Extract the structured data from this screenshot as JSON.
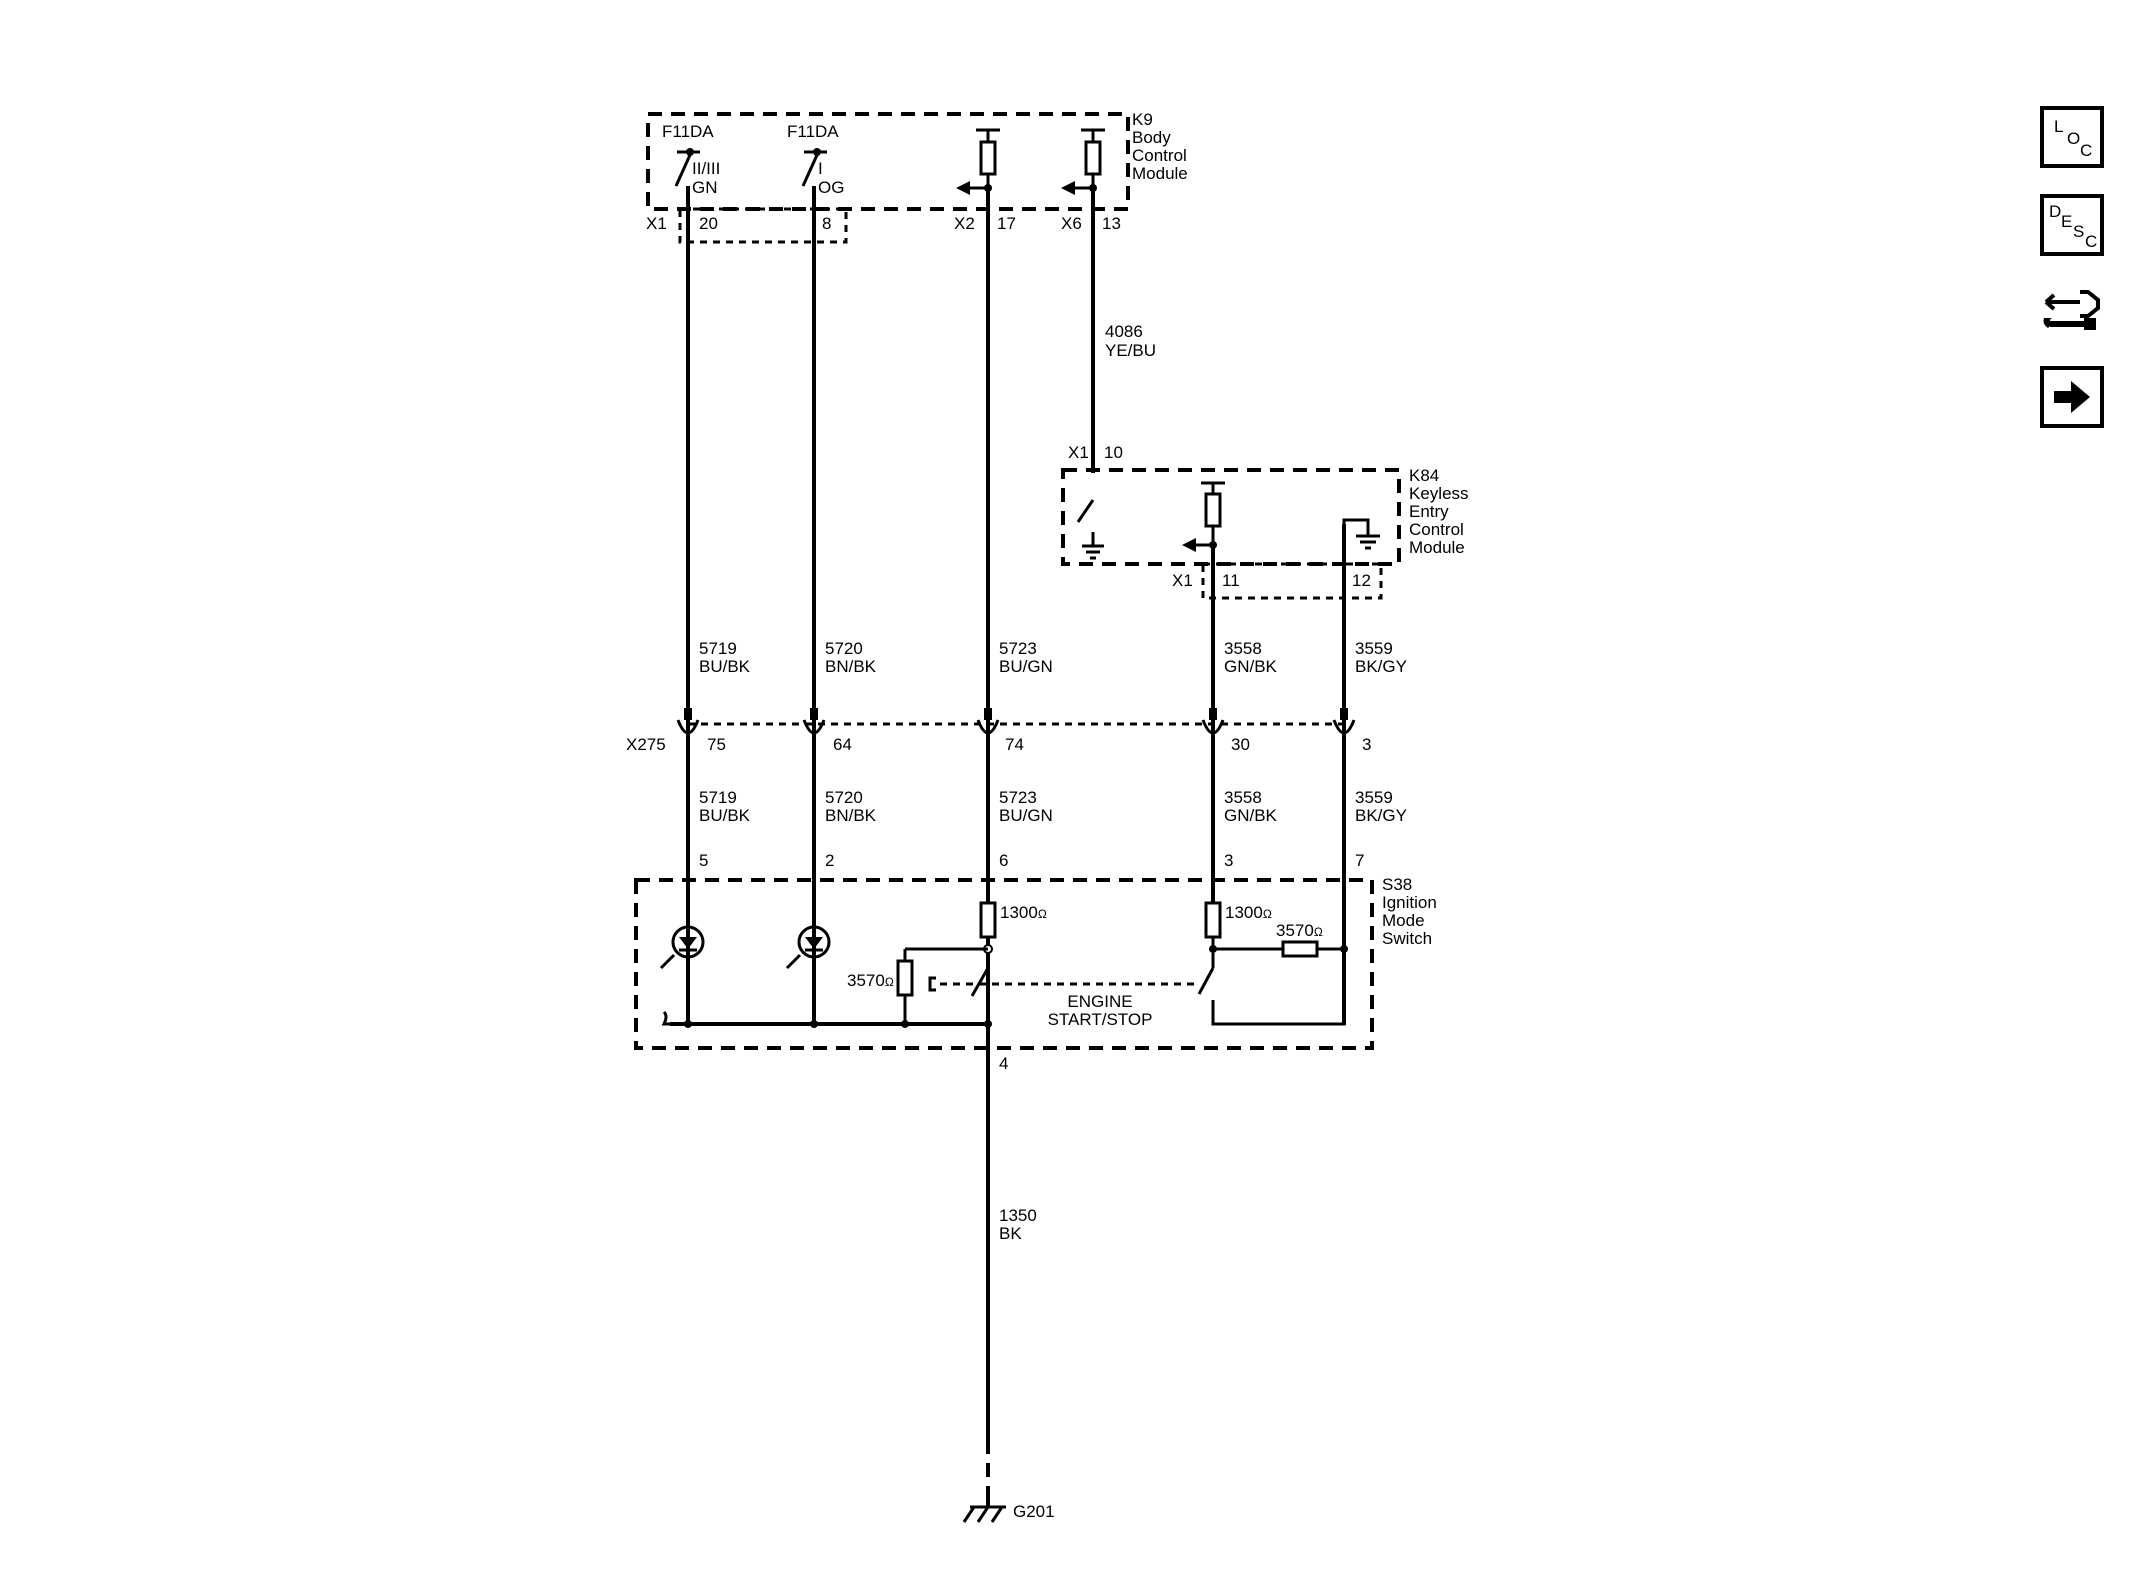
{
  "modules": {
    "k9": {
      "ref": "K9",
      "name_lines": [
        "Body",
        "Control",
        "Module"
      ]
    },
    "k84": {
      "ref": "K84",
      "name_lines": [
        "Keyless",
        "Entry",
        "Control",
        "Module"
      ]
    },
    "s38": {
      "ref": "S38",
      "name_lines": [
        "Ignition",
        "Mode",
        "Switch"
      ]
    }
  },
  "fuses": {
    "left": "F11DA",
    "right": "F11DA"
  },
  "switch_positions": {
    "a": "II/III",
    "b": "I"
  },
  "fuse_colors": {
    "a": "GN",
    "b": "OG"
  },
  "k9_connectors": {
    "x1": "X1",
    "x1_pin_a": "20",
    "x1_pin_b": "8",
    "x2": "X2",
    "x2_pin": "17",
    "x6": "X6",
    "x6_pin": "13"
  },
  "k84_connectors": {
    "in_conn": "X1",
    "in_pin": "10",
    "out_conn": "X1",
    "out_pin_a": "11",
    "out_pin_b": "12"
  },
  "wire_4086": {
    "circuit": "4086",
    "color": "YE/BU"
  },
  "wires_upper": [
    {
      "circuit": "5719",
      "color": "BU/BK"
    },
    {
      "circuit": "5720",
      "color": "BN/BK"
    },
    {
      "circuit": "5723",
      "color": "BU/GN"
    },
    {
      "circuit": "3558",
      "color": "GN/BK"
    },
    {
      "circuit": "3559",
      "color": "BK/GY"
    }
  ],
  "inline_connector": {
    "ref": "X275",
    "pins": [
      "75",
      "64",
      "74",
      "30",
      "3"
    ]
  },
  "wires_lower": [
    {
      "circuit": "5719",
      "color": "BU/BK"
    },
    {
      "circuit": "5720",
      "color": "BN/BK"
    },
    {
      "circuit": "5723",
      "color": "BU/GN"
    },
    {
      "circuit": "3558",
      "color": "GN/BK"
    },
    {
      "circuit": "3559",
      "color": "BK/GY"
    }
  ],
  "s38_pins": [
    "5",
    "2",
    "6",
    "3",
    "7"
  ],
  "s38_ground_pin": "4",
  "resistors": {
    "r1": "1300",
    "r2": "1300",
    "r3": "3570",
    "r4": "3570",
    "unit": "Ω"
  },
  "switch_label": {
    "line1": "ENGINE",
    "line2": "START/STOP"
  },
  "ground_wire": {
    "circuit": "1350",
    "color": "BK"
  },
  "ground": {
    "ref": "G201"
  },
  "nav_buttons": {
    "loc": {
      "letters": [
        "L",
        "O",
        "C"
      ]
    },
    "desc": {
      "letters": [
        "D",
        "E",
        "S",
        "C"
      ]
    }
  }
}
